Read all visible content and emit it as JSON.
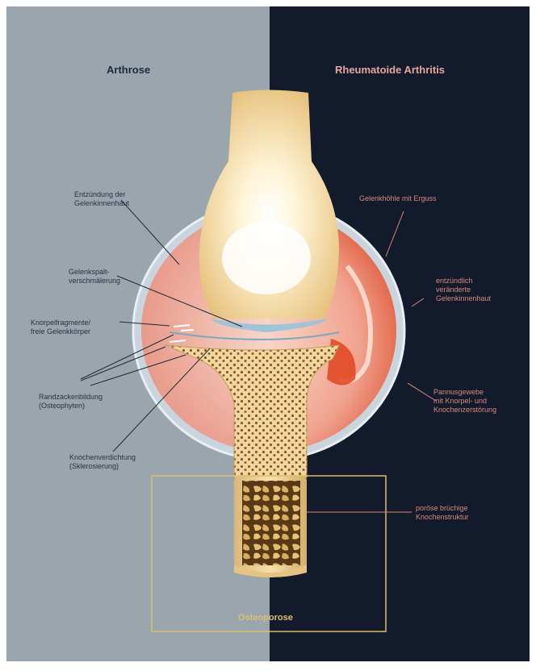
{
  "headings": {
    "left": "Arthrose",
    "right": "Rheumatoide Arthritis",
    "bottom": "Osteoporose"
  },
  "labels_left": [
    {
      "id": "synovitis",
      "line1": "Entzündung der",
      "line2": "Gelenkinnenhaut"
    },
    {
      "id": "gap",
      "line1": "Gelenkspalt-",
      "line2": "verschmälerung"
    },
    {
      "id": "fragments",
      "line1": "Knorpelfragmente/",
      "line2": "freie Gelenkkörper"
    },
    {
      "id": "osteophytes",
      "line1": "Randzackenbildung",
      "line2": "(Osteophyten)"
    },
    {
      "id": "sclerosis",
      "line1": "Knochenverdichtung",
      "line2": "(Sklerosierung)"
    }
  ],
  "labels_right": [
    {
      "id": "effusion",
      "line1": "Gelenkhöhle mit Erguss",
      "line2": ""
    },
    {
      "id": "inflamed-membrane",
      "line1": "entzündlich",
      "line2": "veränderte",
      "line3": "Gelenkinnenhaut"
    },
    {
      "id": "pannus",
      "line1": "Pannusgewebe",
      "line2": "mit Knorpel- und",
      "line3": "Knochenzerstörung"
    },
    {
      "id": "porous",
      "line1": "poröse brüchige",
      "line2": "Knochenstruktur"
    }
  ],
  "colors": {
    "left_bg": "#9aa5ae",
    "right_bg": "#131a2b",
    "bone": "#f3dca0",
    "capsule": "#e7958a",
    "osteoporosis_frame": "#d8c070",
    "heading_left": "#1c2a3e",
    "heading_right": "#e2a7a0"
  }
}
